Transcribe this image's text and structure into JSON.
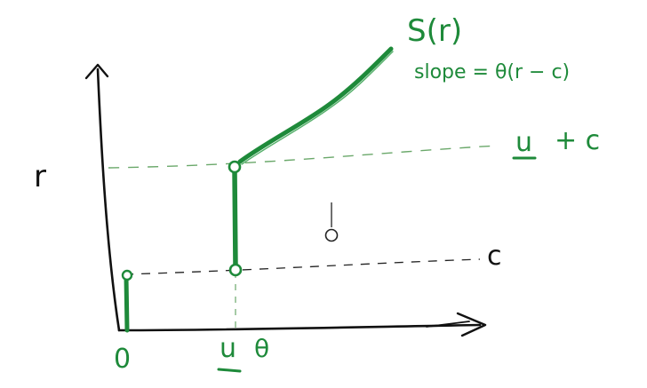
{
  "colors": {
    "ink": "#111111",
    "accent": "#1e8a3a",
    "dash_green": "#6aa86a",
    "dash_black": "#222222"
  },
  "labels": {
    "function_name": "S(r)",
    "slope_note": "slope = θ(r − c)",
    "y_axis": "r",
    "upper_level": "+ c",
    "upper_level_u": "u",
    "lower_level": "c",
    "origin": "0",
    "x_u": "u",
    "x_theta": "θ"
  }
}
